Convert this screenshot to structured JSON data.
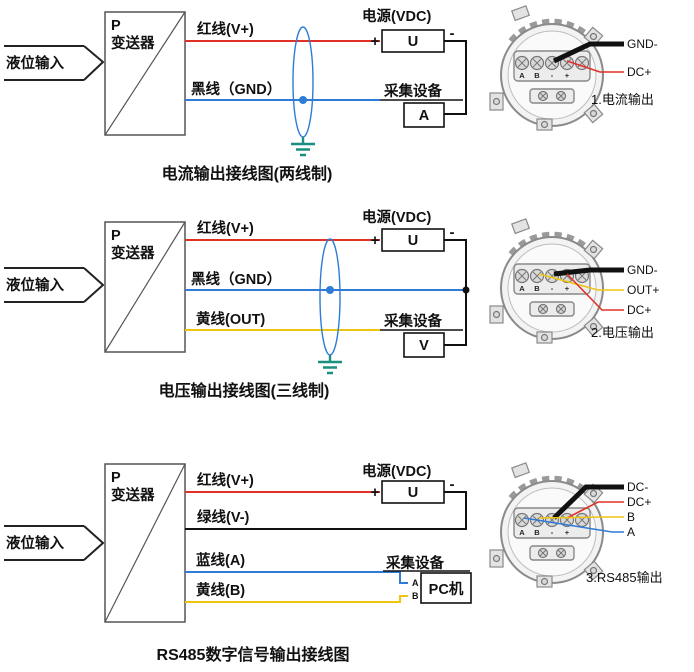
{
  "colors": {
    "red": "#e03127",
    "blue": "#2e7cd6",
    "yellow": "#eec611",
    "black": "#111111",
    "ground": "#1a8f80"
  },
  "terminal_pins": [
    "A",
    "B",
    "-",
    "+"
  ],
  "sections": [
    {
      "input": "液位输入",
      "transmitter": {
        "p": "P",
        "name": "变送器"
      },
      "power": {
        "title": "电源(VDC)",
        "plus": "+",
        "minus": "-",
        "unit": "U"
      },
      "collector": {
        "title": "采集设备",
        "unit": "A"
      },
      "wires": [
        {
          "label": "红线(V+)",
          "color": "red"
        },
        {
          "label": "黑线（GND）",
          "color": "blue"
        }
      ],
      "caption": "电流输出接线图(两线制)",
      "terminal": {
        "leads": [
          {
            "label": "GND-"
          },
          {
            "label": "DC+"
          }
        ],
        "caption": "1.电流输出"
      }
    },
    {
      "input": "液位输入",
      "transmitter": {
        "p": "P",
        "name": "变送器"
      },
      "power": {
        "title": "电源(VDC)",
        "plus": "+",
        "minus": "-",
        "unit": "U"
      },
      "collector": {
        "title": "采集设备",
        "unit": "V"
      },
      "wires": [
        {
          "label": "红线(V+)",
          "color": "red"
        },
        {
          "label": "黑线（GND）",
          "color": "blue"
        },
        {
          "label": "黄线(OUT)",
          "color": "yellow"
        }
      ],
      "caption": "电压输出接线图(三线制)",
      "terminal": {
        "leads": [
          {
            "label": "GND-"
          },
          {
            "label": "OUT+"
          },
          {
            "label": "DC+"
          }
        ],
        "caption": "2.电压输出"
      }
    },
    {
      "input": "液位输入",
      "transmitter": {
        "p": "P",
        "name": "变送器"
      },
      "power": {
        "title": "电源(VDC)",
        "plus": "+",
        "minus": "-",
        "unit": "U"
      },
      "collector": {
        "title": "采集设备",
        "unit": "PC机",
        "pin_a": "A",
        "pin_b": "B"
      },
      "wires": [
        {
          "label": "红线(V+)",
          "color": "red"
        },
        {
          "label": "绿线(V-)",
          "color": "black"
        },
        {
          "label": "蓝线(A)",
          "color": "blue"
        },
        {
          "label": "黄线(B)",
          "color": "yellow"
        }
      ],
      "caption": "RS485数字信号输出接线图",
      "terminal": {
        "leads": [
          {
            "label": "DC-"
          },
          {
            "label": "DC+"
          },
          {
            "label": "B"
          },
          {
            "label": "A"
          }
        ],
        "caption": "3.RS485输出"
      }
    }
  ]
}
